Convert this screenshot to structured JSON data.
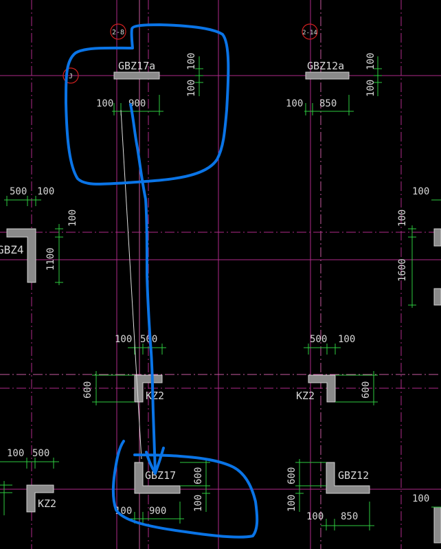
{
  "colors": {
    "background": "#000000",
    "grid_magenta": "#b02a8a",
    "grid_pink": "#c85aa0",
    "dim_green": "#2ecc40",
    "text": "#d8d8d8",
    "column_fill": "#8a8a8a",
    "column_edge": "#d0d0d0",
    "markup_blue": "#0a74e6",
    "leader_white": "#e0e0e0",
    "tag_red": "#d02020"
  },
  "grid_tags": {
    "axis_2_8": "2-8",
    "axis_2_14": "2-14",
    "axis_j": "J"
  },
  "column_labels": {
    "gbz17a": "GBZ17a",
    "gbz12a": "GBZ12a",
    "gbz4": "GBZ4",
    "kz2_center": "KZ2",
    "kz2_right": "KZ2",
    "kz2_bottom_left": "KZ2",
    "gbz17": "GBZ17",
    "gbz12": "GBZ12"
  },
  "dimensions": {
    "gbz17a_100_vert_top": "100",
    "gbz17a_100_vert_bottom": "100",
    "gbz17a_100_horiz": "100",
    "gbz17a_900": "900",
    "gbz12a_100_vert_top": "100",
    "gbz12a_100_vert_bottom": "100",
    "gbz12a_100_horiz": "100",
    "gbz12a_850": "850",
    "left_500": "500",
    "left_100_horiz": "100",
    "left_100_vert": "100",
    "left_1100": "1100",
    "right_100_horiz": "100",
    "right_100_vert": "100",
    "right_1600": "1600",
    "center_100": "100",
    "center_500": "500",
    "center_600": "600",
    "right_kz2_500": "500",
    "right_kz2_100": "100",
    "right_kz2_600": "600",
    "bottom_left_100": "100",
    "bottom_left_500": "500",
    "gbz17_600": "600",
    "gbz17_100_vert": "100",
    "gbz17_100_horiz": "100",
    "gbz17_900": "900",
    "gbz12_600": "600",
    "gbz12_100_vert": "100",
    "gbz12_100_horiz": "100",
    "gbz12_850": "850",
    "bottom_right_100": "100"
  }
}
